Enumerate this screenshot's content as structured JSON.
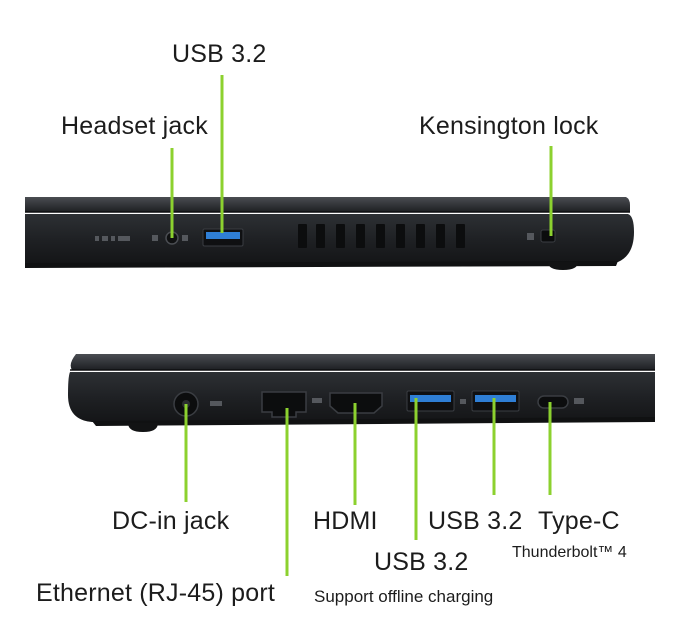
{
  "colors": {
    "leader": "#8cd12f",
    "chassis": "#1f2124",
    "usb_blue": "#2f7fd6"
  },
  "top_view": {
    "labels": {
      "usb": "USB 3.2",
      "headset": "Headset jack",
      "kensington": "Kensington lock"
    }
  },
  "bottom_view": {
    "labels": {
      "dc_in": "DC-in jack",
      "hdmi": "HDMI",
      "usb_a2": "USB 3.2",
      "type_c": "Type-C",
      "thunderbolt": "Thunderbolt™ 4",
      "usb_a1": "USB 3.2",
      "ethernet": "Ethernet (RJ-45) port",
      "offline_charging": "Support offline charging"
    }
  }
}
